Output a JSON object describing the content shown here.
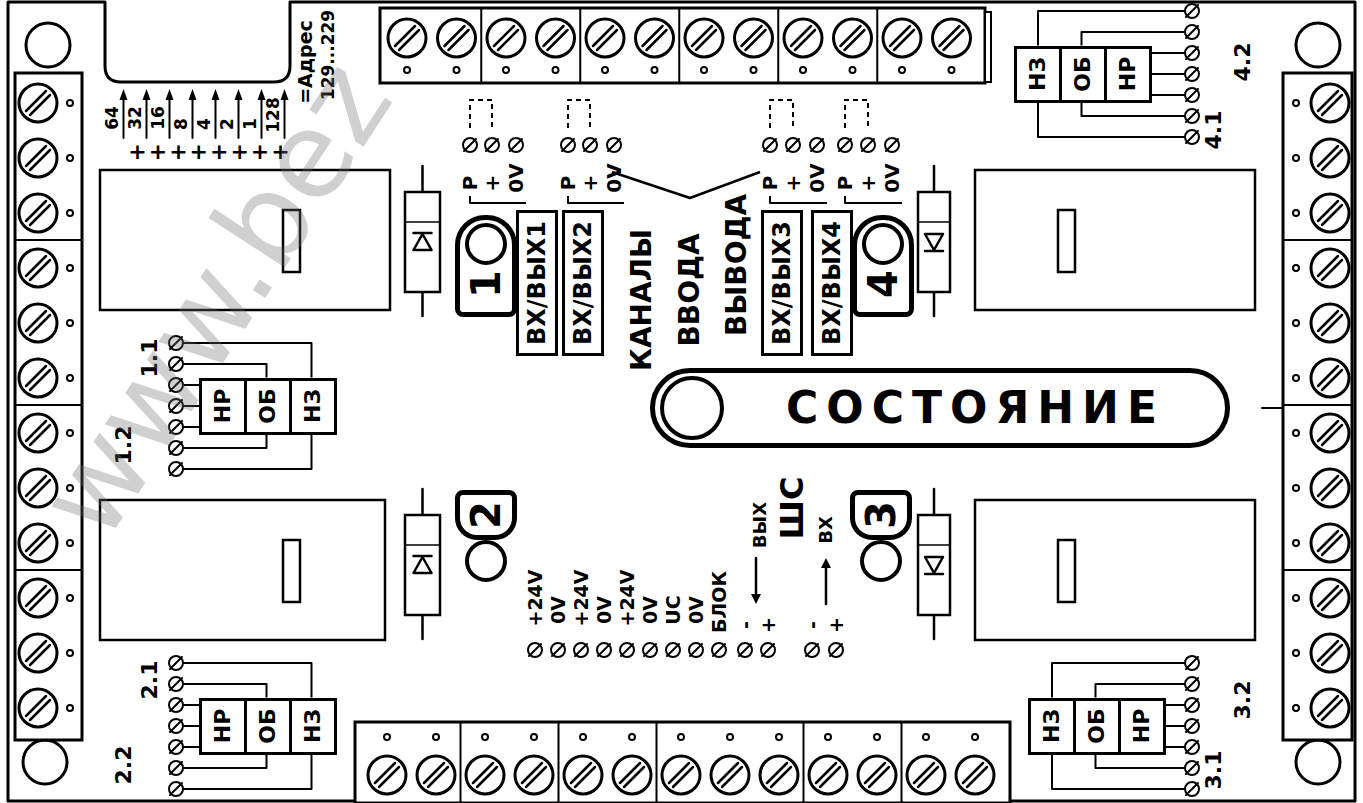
{
  "diagram": {
    "nodes": [
      {
        "text": [
          "НЗ",
          "ОБ",
          "НР"
        ]
      },
      {
        "text": [
          "1"
        ]
      },
      {
        "text": [
          "ВХ/ВЫХ1"
        ]
      },
      {
        "text": [
          "ВХ/ВЫХ2"
        ]
      },
      {
        "text": [
          "ВХ/ВЫХ3"
        ]
      },
      {
        "text": [
          "ВХ/ВЫХ4"
        ]
      },
      {
        "text": [
          "4"
        ]
      },
      {
        "text": [
          "НР",
          "ОБ",
          "НЗ"
        ]
      },
      {
        "text": [
          "СОСТОЯНИЕ"
        ]
      },
      {
        "text": [
          "2"
        ]
      },
      {
        "text": [
          "3"
        ]
      },
      {
        "text": [
          "НР",
          "ОБ",
          "НЗ"
        ]
      },
      {
        "text": [
          "НЗ",
          "ОБ",
          "НР"
        ]
      }
    ],
    "labels": [
      "64",
      "32",
      "16",
      "8",
      "4",
      "2",
      "1",
      "128",
      "=Адрес",
      "129...229",
      "++++++++",
      "Р",
      "+",
      "0V",
      "Р",
      "+",
      "0V",
      "КАНАЛЫ",
      "ВВОДА",
      "ВЫВОДА",
      "Р",
      "+",
      "0V",
      "Р",
      "+",
      "0V",
      "4.2",
      "4.1",
      "1.1",
      "1.2",
      "ШС",
      "ВЫХ",
      "ВХ",
      "+24V",
      "0V",
      "+24V",
      "0V",
      "+24V",
      "0V",
      "UC",
      "0V",
      "БЛОК",
      "-",
      "+",
      "-",
      "+",
      "2.1",
      "2.2",
      "3.2",
      "3.1",
      "www.bez"
    ]
  }
}
